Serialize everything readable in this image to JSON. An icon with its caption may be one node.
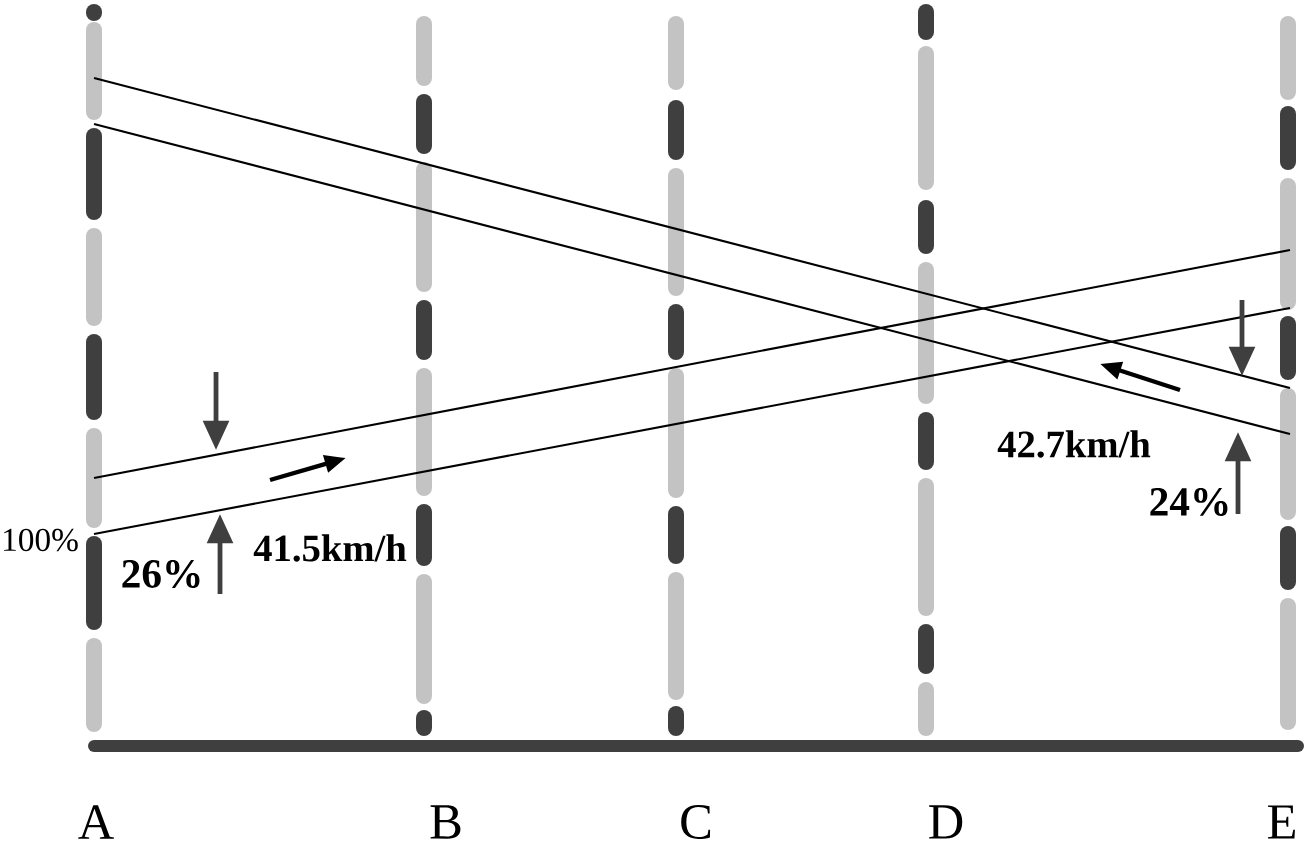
{
  "diagram": {
    "labels": [
      "100%",
      "26%",
      "41.5km/h",
      "42.7km/h",
      "24%",
      "A",
      "B",
      "C",
      "D",
      "E"
    ]
  }
}
